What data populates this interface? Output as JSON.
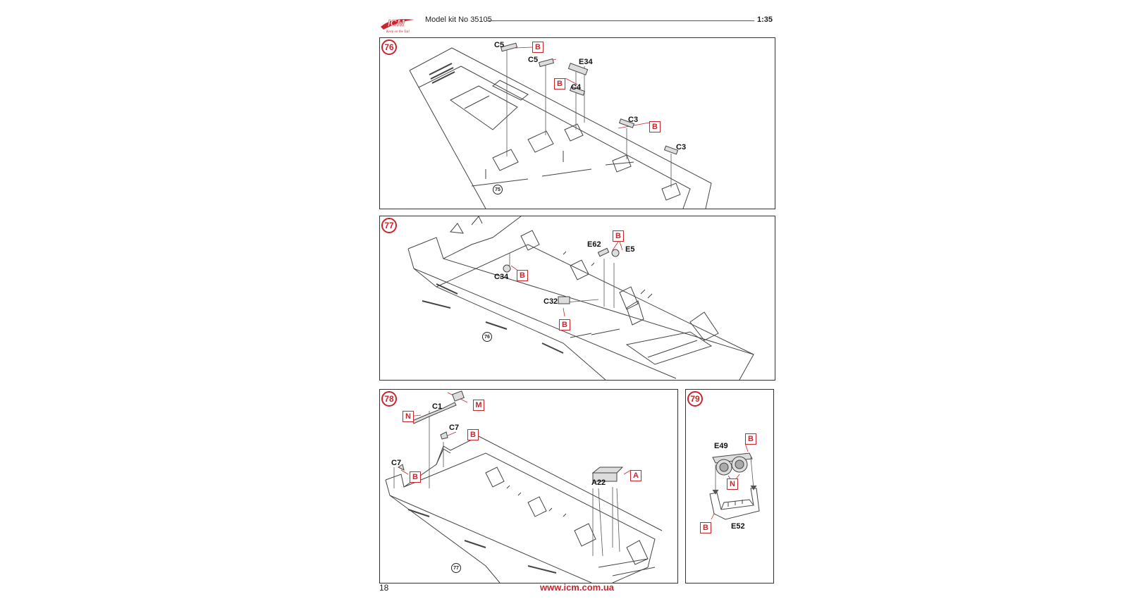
{
  "header": {
    "logo_text": "ICM",
    "logo_tagline": "Keep on the Tail",
    "title": "Model kit No 35105",
    "scale": "1:35"
  },
  "steps": [
    {
      "number": "76",
      "previous_step": "75",
      "labels": [
        "C5",
        "C5",
        "E34",
        "C4",
        "C3",
        "C3"
      ],
      "badges": [
        "B",
        "B",
        "B"
      ]
    },
    {
      "number": "77",
      "previous_step": "76",
      "labels": [
        "E62",
        "E5",
        "C34",
        "C32"
      ],
      "badges": [
        "B",
        "B",
        "B"
      ]
    },
    {
      "number": "78",
      "previous_step": "77",
      "labels": [
        "C1",
        "C7",
        "C7",
        "A22"
      ],
      "badges": [
        "M",
        "N",
        "B",
        "B",
        "A"
      ]
    },
    {
      "number": "79",
      "labels": [
        "E49",
        "E52"
      ],
      "badges": [
        "B",
        "N",
        "B"
      ]
    }
  ],
  "footer": {
    "page_number": "18",
    "website": "www.icm.com.ua"
  },
  "colors": {
    "accent_red": "#c9252c",
    "line": "#333333"
  }
}
